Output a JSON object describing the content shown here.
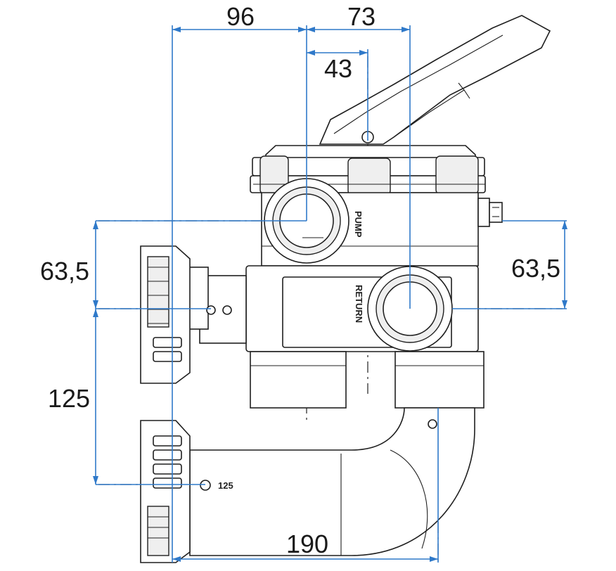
{
  "dimensions": {
    "top_left_width": "96",
    "top_right_width": "73",
    "handle_offset": "43",
    "left_upper_height": "63,5",
    "right_upper_height": "63,5",
    "left_lower_height": "125",
    "bottom_width": "190"
  },
  "labels": {
    "pump_port": "PUMP",
    "return_port": "RETURN",
    "pipe_size": "125"
  },
  "colors": {
    "dimension_line": "#2f79c9",
    "drawing_line": "#1f1f1f",
    "background": "#ffffff"
  }
}
